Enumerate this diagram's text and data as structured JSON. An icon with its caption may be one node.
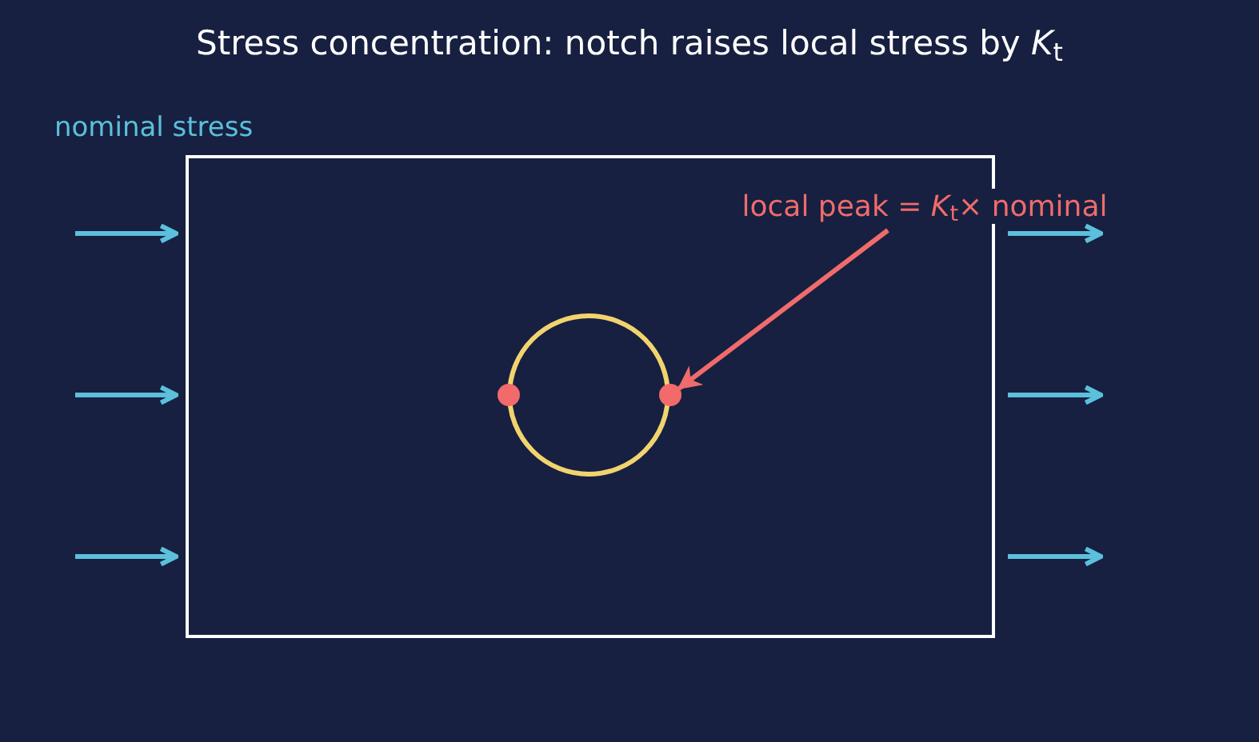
{
  "diagram": {
    "title": "Stress concentration: notch raises local stress by *K*$_{t}$",
    "nodes": [
      {
        "text": [],
        "shape": "box"
      },
      {
        "text": [],
        "shape": "circle",
        "in": 0
      },
      {
        "text": [],
        "shape": "circle",
        "in": 0
      },
      {
        "text": [],
        "shape": "circle",
        "in": 0
      },
      {
        "text": [
          "local peak = *K*$_{t}$× nominal"
        ]
      }
    ],
    "edges": [
      {
        "from": 4,
        "to": 3,
        "arrow": "to",
        "color": "#f06b6b"
      }
    ],
    "labels": [
      "nominal stress"
    ]
  }
}
